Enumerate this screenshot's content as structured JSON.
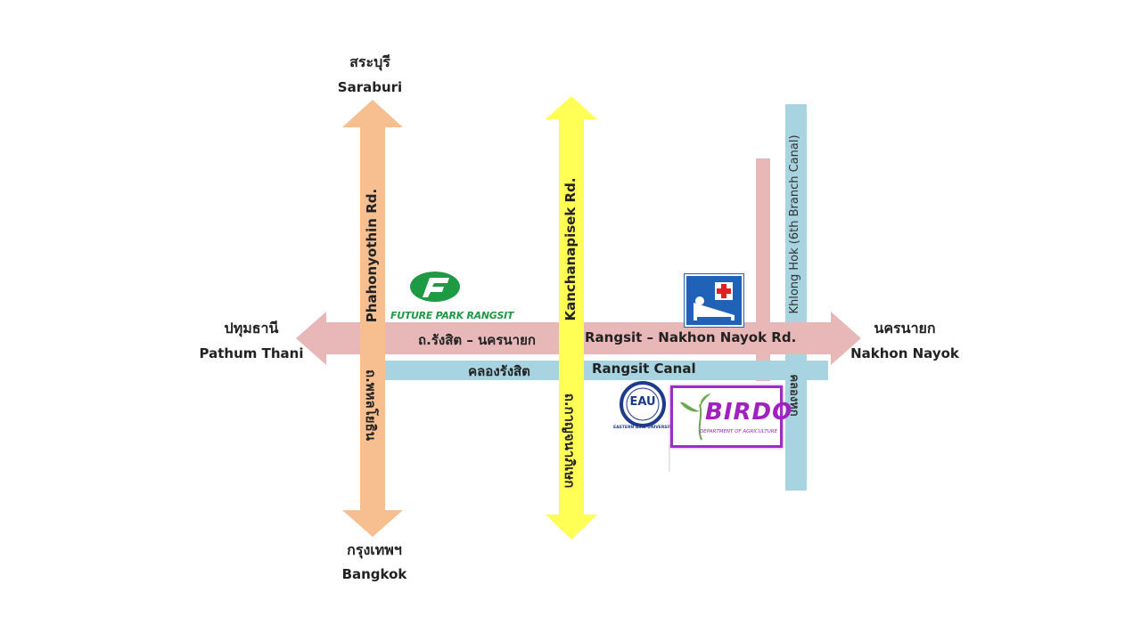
{
  "directions": {
    "north": {
      "thai": "สระบุรี",
      "en": "Saraburi"
    },
    "south": {
      "thai": "กรุงเทพฯ",
      "en": "Bangkok"
    },
    "west": {
      "thai": "ปทุมธานี",
      "en": "Pathum Thani"
    },
    "east": {
      "thai": "นครนายก",
      "en": "Nakhon Nayok"
    }
  },
  "roads": {
    "phahonyothin": {
      "en": "Phahonyothin Rd.",
      "thai": "ถ.พหลโยธิน"
    },
    "kanchanapisek": {
      "en": "Kanchanapisek Rd.",
      "thai": "ถ.กาญจนาภิเษก"
    },
    "rangsit_nakhon_nayok": {
      "en": "Rangsit – Nakhon Nayok Rd.",
      "thai": "ถ.รังสิต – นครนายก"
    }
  },
  "canals": {
    "rangsit": {
      "en": "Rangsit Canal",
      "thai": "คลองรังสิต"
    },
    "khlong_hok": {
      "en": "Khlong Hok (6th Branch Canal)",
      "thai": "คลองหก"
    }
  },
  "landmarks": {
    "future_park": {
      "text": "FUTURE PARK RANGSIT"
    },
    "eau": {
      "short": "EAU",
      "text": "EASTERN ASIA UNIVERSITY"
    },
    "birdo": {
      "title": "BIRDO",
      "subtitle": "DEPARTMENT OF AGRICULTURE"
    },
    "hospital": {
      "icon": "hospital-icon"
    }
  },
  "colors": {
    "phahonyothin": "#f7bf90",
    "kanchanapisek": "#ffff55",
    "main_road": "#e8b8b8",
    "canal": "#a7d4e0",
    "hospital_bg": "#1f62b8",
    "birdo_border": "#9a30c0",
    "future_park_green": "#1e9a44"
  }
}
